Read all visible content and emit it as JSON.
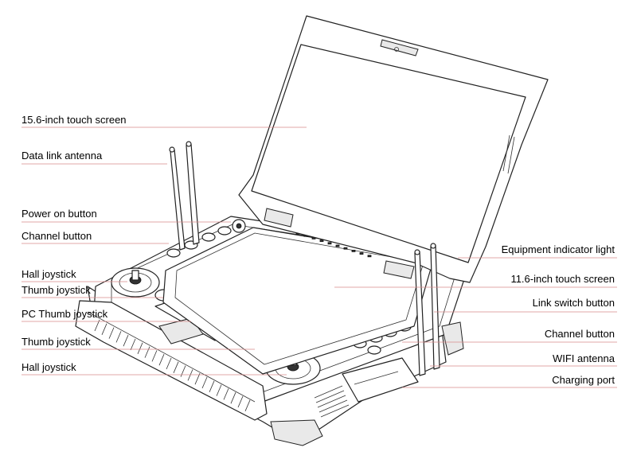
{
  "colors": {
    "leader": "#d98a8a",
    "ink": "#222222",
    "text": "#000000"
  },
  "labels": {
    "left": [
      "15.6-inch touch screen",
      "Data link antenna",
      "Power on button",
      "Channel button",
      "Hall joystick",
      "Thumb joystick",
      "PC Thumb joystick",
      "Thumb joystick",
      "Hall joystick"
    ],
    "right": [
      "Equipment indicator light",
      "11.6-inch touch screen",
      "Link switch button",
      "Channel button",
      "WIFI antenna",
      "Charging port"
    ]
  }
}
